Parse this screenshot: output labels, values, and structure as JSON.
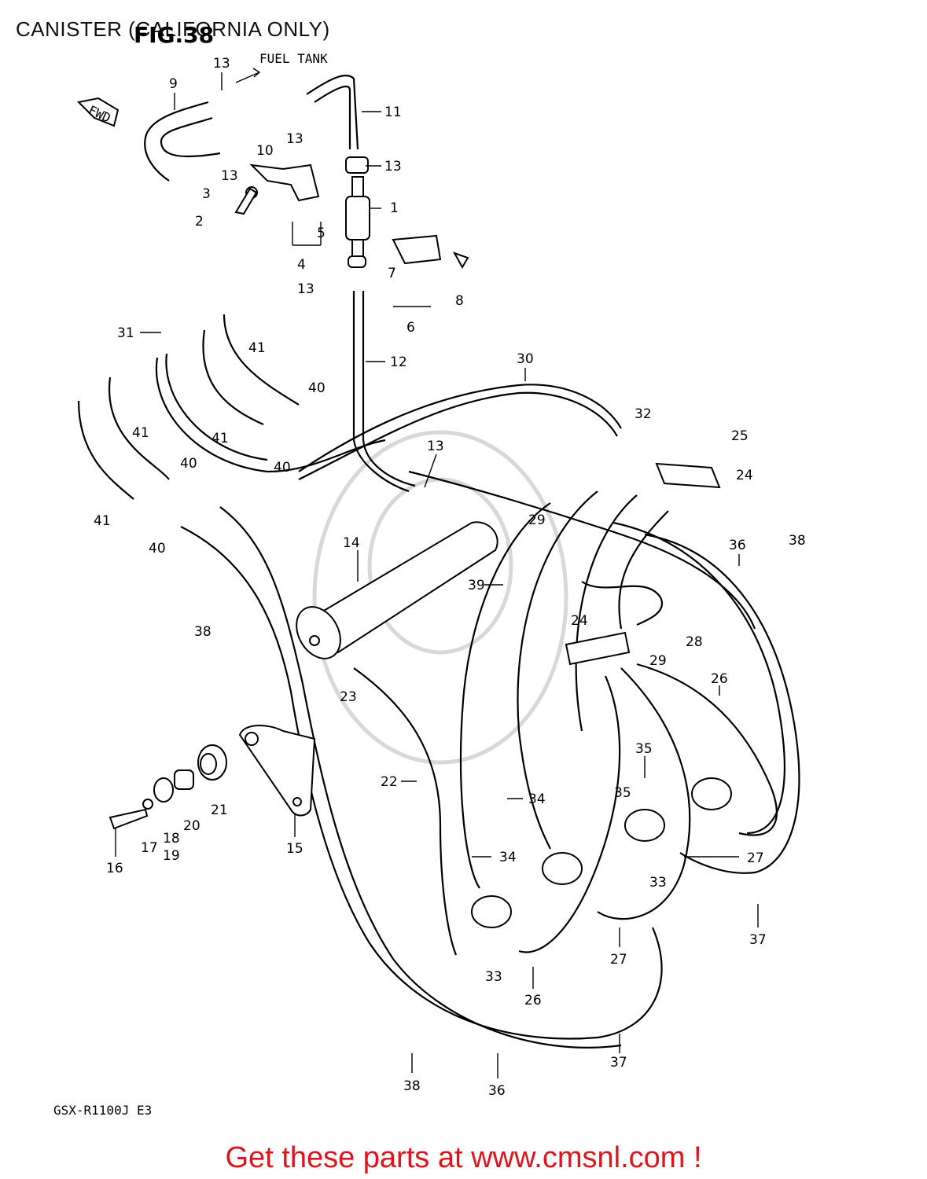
{
  "header": {
    "title": "CANISTER (CALIFORNIA ONLY)",
    "figure_label": "FIG.38"
  },
  "diagram": {
    "annotations": {
      "fuel_tank": "FUEL TANK",
      "fwd": "FWD",
      "model_code": "GSX-R1100J E3"
    },
    "callouts": [
      "1",
      "2",
      "3",
      "4",
      "5",
      "6",
      "7",
      "8",
      "9",
      "10",
      "11",
      "12",
      "13",
      "14",
      "15",
      "16",
      "17",
      "18",
      "19",
      "20",
      "21",
      "22",
      "23",
      "24",
      "25",
      "26",
      "27",
      "28",
      "29",
      "30",
      "31",
      "32",
      "33",
      "34",
      "35",
      "36",
      "37",
      "38",
      "39",
      "40",
      "41"
    ]
  },
  "footer": {
    "link_text": "Get these parts at www.cmsnl.com !",
    "link_color": "#e0141c"
  }
}
